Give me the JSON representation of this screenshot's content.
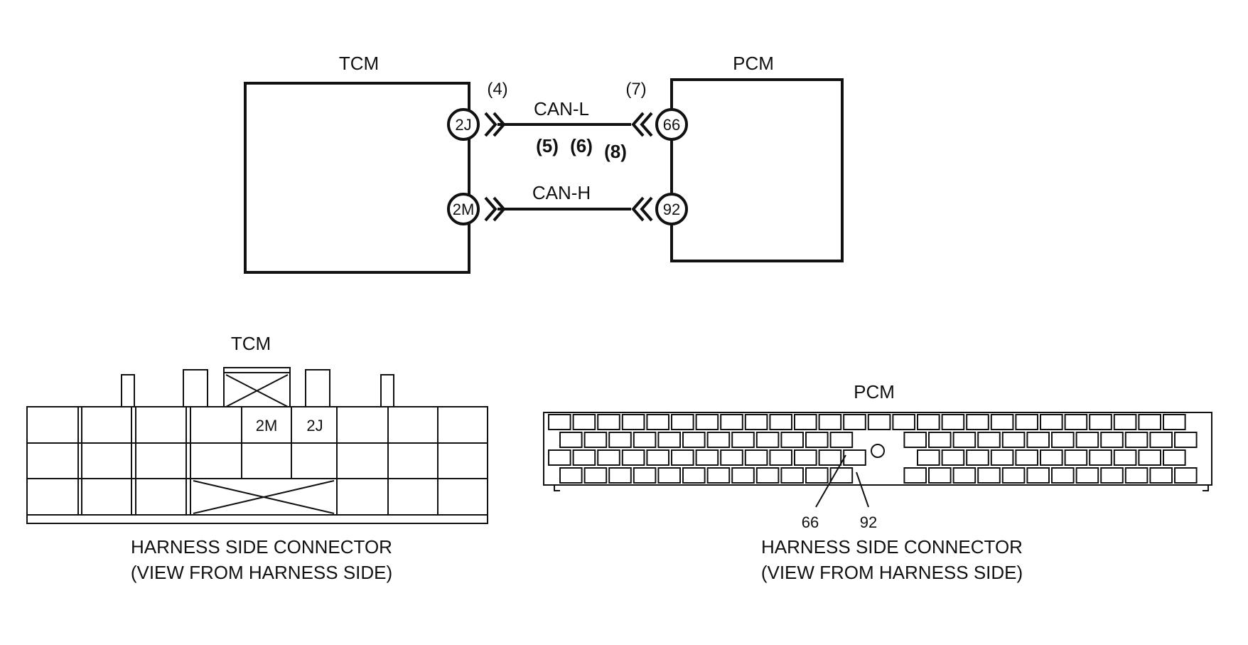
{
  "schematic": {
    "tcm_label": "TCM",
    "pcm_label": "PCM",
    "tcm_pins": [
      "2J",
      "2M"
    ],
    "pcm_pins": [
      "66",
      "92"
    ],
    "wire_labels": [
      "CAN-L",
      "CAN-H"
    ],
    "steps": [
      "(4)",
      "(7)",
      "(5)",
      "(6)",
      "(8)"
    ]
  },
  "tcm_connector": {
    "title": "TCM",
    "pins": [
      "2M",
      "2J"
    ],
    "caption_line1": "HARNESS SIDE CONNECTOR",
    "caption_line2": "(VIEW FROM HARNESS SIDE)"
  },
  "pcm_connector": {
    "title": "PCM",
    "pins": [
      "66",
      "92"
    ],
    "caption_line1": "HARNESS SIDE CONNECTOR",
    "caption_line2": "(VIEW FROM HARNESS SIDE)"
  }
}
